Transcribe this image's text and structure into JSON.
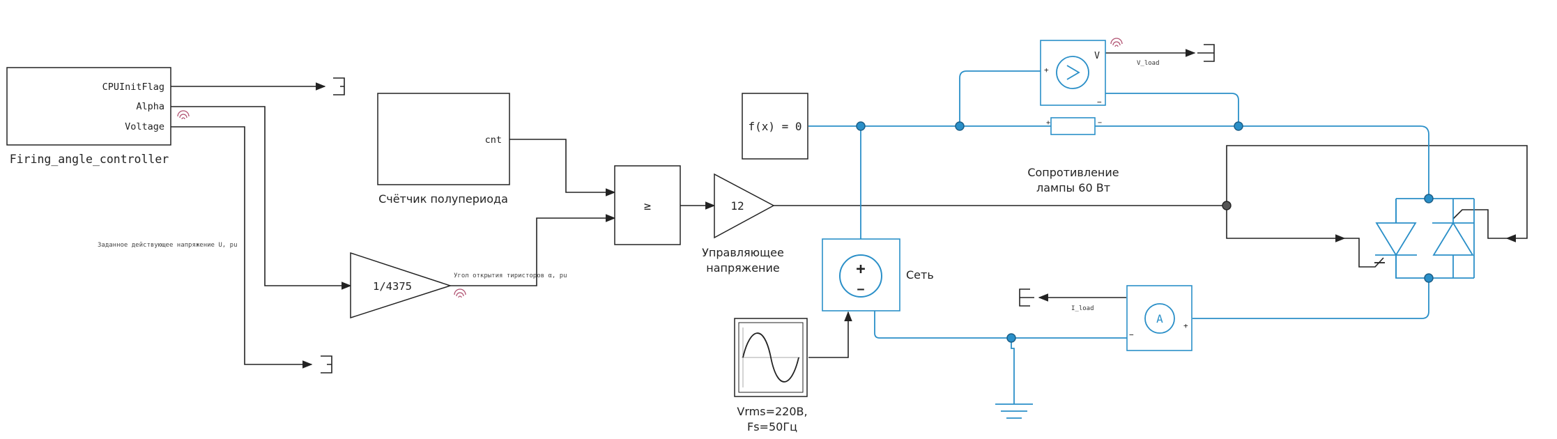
{
  "colors": {
    "signal": "#222222",
    "physical": "#2a8fc8",
    "monitor": "#b05070",
    "background": "#ffffff"
  },
  "blocks": {
    "controller": {
      "name": "Firing_angle_controller",
      "ports": [
        "CPUInitFlag",
        "Alpha",
        "Voltage"
      ]
    },
    "counter": {
      "label": "Счётчик полупериода",
      "port": "cnt"
    },
    "compare": {
      "symbol": "≥"
    },
    "gain_alpha": {
      "value": "1/4375"
    },
    "gain_12": {
      "value": "12",
      "label_line1": "Управляющее",
      "label_line2": "напряжение"
    },
    "solver": {
      "text": "f(x) = 0"
    },
    "source": {
      "label": "Сеть",
      "plus": "+",
      "minus": "−"
    },
    "sine": {
      "label_line1": "Vrms=220В,",
      "label_line2": "Fs=50Гц"
    },
    "lamp": {
      "line1": "Сопротивление",
      "line2": "лампы 60 Вт"
    },
    "voltmeter": {
      "port": "V",
      "signal": "V_load",
      "plus": "+",
      "minus": "−"
    },
    "ammeter": {
      "signal": "I_load",
      "plus": "+",
      "minus": "−"
    }
  },
  "annotations": {
    "setpoint": "Заданное действующее напряжение U, pu",
    "angle": "Угол открытия тиристоров α, pu"
  },
  "icons": [
    "terminator-icon",
    "signal-logging-icon",
    "voltage-sensor-icon",
    "current-sensor-icon",
    "ground-icon",
    "thyristor-icon",
    "sine-wave-icon"
  ]
}
